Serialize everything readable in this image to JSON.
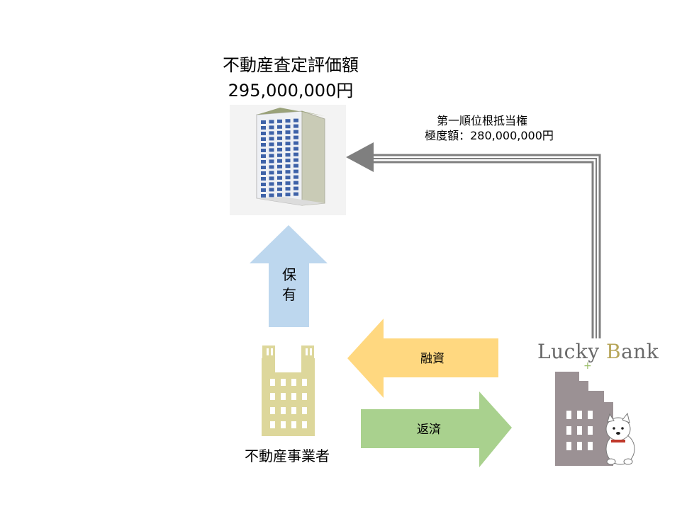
{
  "property": {
    "title": "不動産査定評価額",
    "value": "295,000,000円"
  },
  "lien": {
    "label": "第一順位根抵当権",
    "amount": "極度額：280,000,000円"
  },
  "arrows": {
    "hold": "保有",
    "hold_lines": [
      "保",
      "有"
    ],
    "loan": "融資",
    "repay": "返済"
  },
  "developer": {
    "label": "不動産事業者"
  },
  "bank": {
    "name_first": "Lucky ",
    "name_b": "B",
    "name_rest": "ank"
  },
  "colors": {
    "hold_arrow": "#bdd7ee",
    "loan_arrow": "#ffd880",
    "repay_arrow": "#a9d18e",
    "developer_building": "#ddd79b",
    "bank_building": "#9b9194",
    "lien_arrow": "#7f7f7f"
  }
}
